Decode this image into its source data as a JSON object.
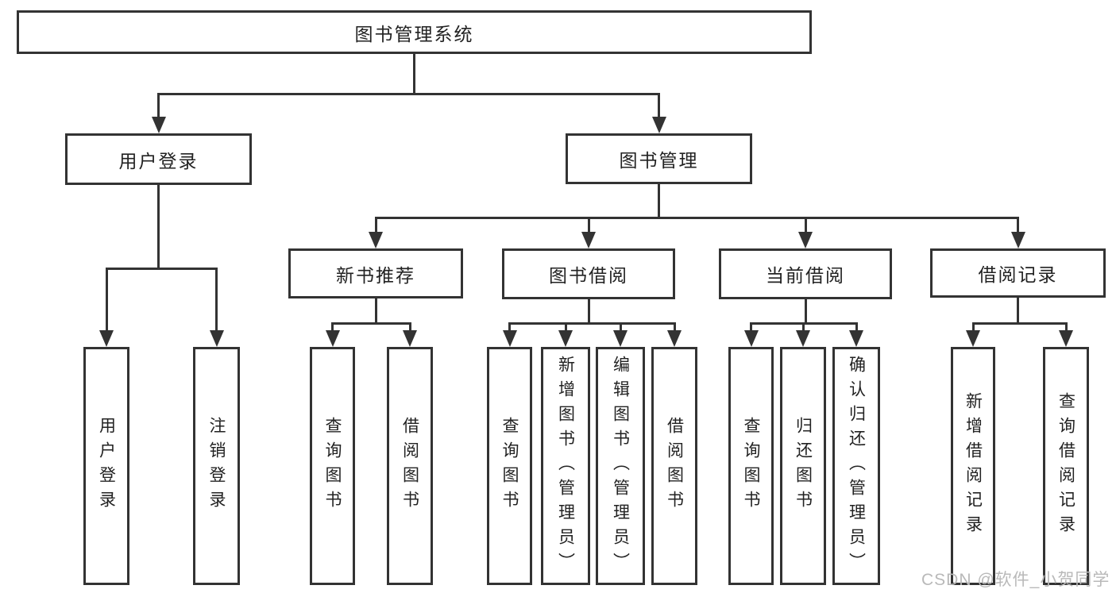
{
  "diagram": {
    "root": {
      "label": "图书管理系统"
    },
    "branches": [
      {
        "label": "用户登录",
        "children": [
          {
            "label": "用户登录"
          },
          {
            "label": "注销登录"
          }
        ]
      },
      {
        "label": "图书管理",
        "children": [
          {
            "label": "新书推荐",
            "children": [
              {
                "label": "查询图书"
              },
              {
                "label": "借阅图书"
              }
            ]
          },
          {
            "label": "图书借阅",
            "children": [
              {
                "label": "查询图书"
              },
              {
                "label": "新增图书（管理员）"
              },
              {
                "label": "编辑图书（管理员）"
              },
              {
                "label": "借阅图书"
              }
            ]
          },
          {
            "label": "当前借阅",
            "children": [
              {
                "label": "查询图书"
              },
              {
                "label": "归还图书"
              },
              {
                "label": "确认归还（管理员）"
              }
            ]
          },
          {
            "label": "借阅记录",
            "children": [
              {
                "label": "新增借阅记录"
              },
              {
                "label": "查询借阅记录"
              }
            ]
          }
        ]
      }
    ],
    "watermark": "CSDN @软件_小贺同学",
    "colors": {
      "line": "#333333",
      "border": "#333333",
      "text": "#222222",
      "watermark": "#b9b9b9",
      "background": "#ffffff"
    }
  }
}
